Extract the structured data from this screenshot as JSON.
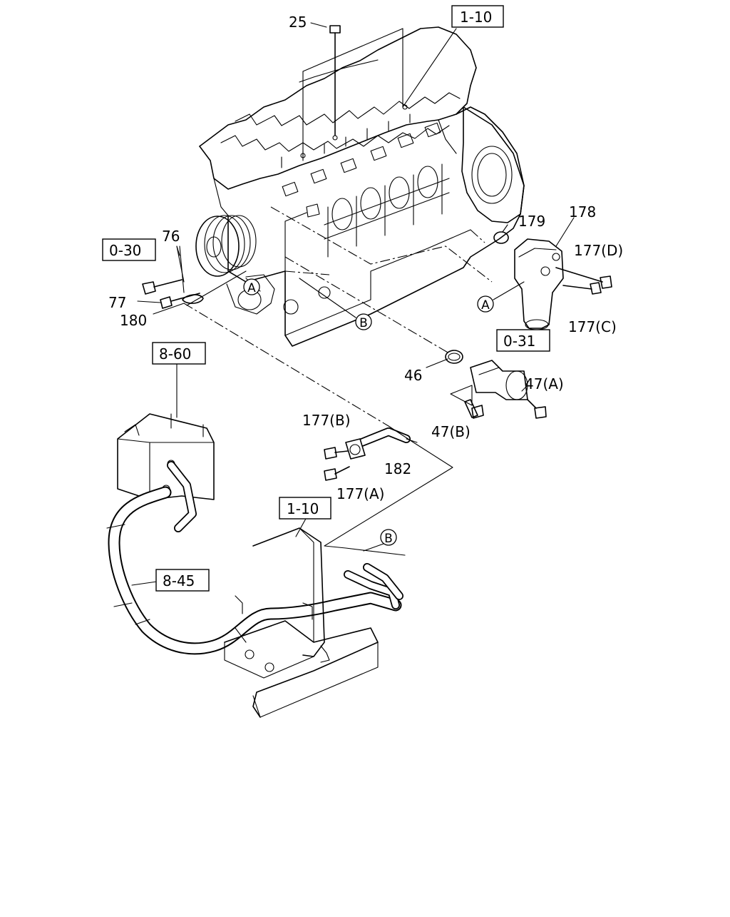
{
  "callouts": {
    "c25": "25",
    "c76": "76",
    "c77": "77",
    "c180": "180",
    "c179": "179",
    "c178": "178",
    "c177d": "177(D)",
    "c177c": "177(C)",
    "c46": "46",
    "c47a": "47(A)",
    "c47b": "47(B)",
    "c177b": "177(B)",
    "c177a": "177(A)",
    "c182": "182"
  },
  "references": {
    "ref_1_10_top": "1-10",
    "ref_0_30": "0-30",
    "ref_0_31": "0-31",
    "ref_8_60": "8-60",
    "ref_1_10_bottom": "1-10",
    "ref_8_45": "8-45"
  },
  "markers": {
    "a_engine": "A",
    "a_housing": "A",
    "b_engine": "B",
    "b_pipe": "B"
  }
}
